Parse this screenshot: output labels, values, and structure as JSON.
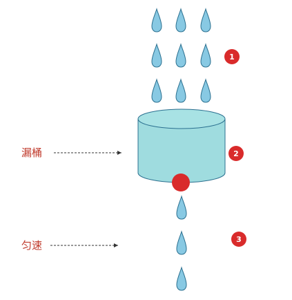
{
  "labels": {
    "bucket": "漏桶",
    "uniform": "匀速"
  },
  "badges": {
    "one": "1",
    "two": "2",
    "three": "3"
  },
  "colors": {
    "drop_fill": "#88c9e3",
    "drop_stroke": "#2a6f8f",
    "bucket_fill": "#9fdcdf",
    "bucket_top": "#a8e2e4",
    "bucket_stroke": "#2a6f8f",
    "hole": "#d92b2b",
    "badge": "#d92b2b",
    "label": "#c0392b"
  }
}
